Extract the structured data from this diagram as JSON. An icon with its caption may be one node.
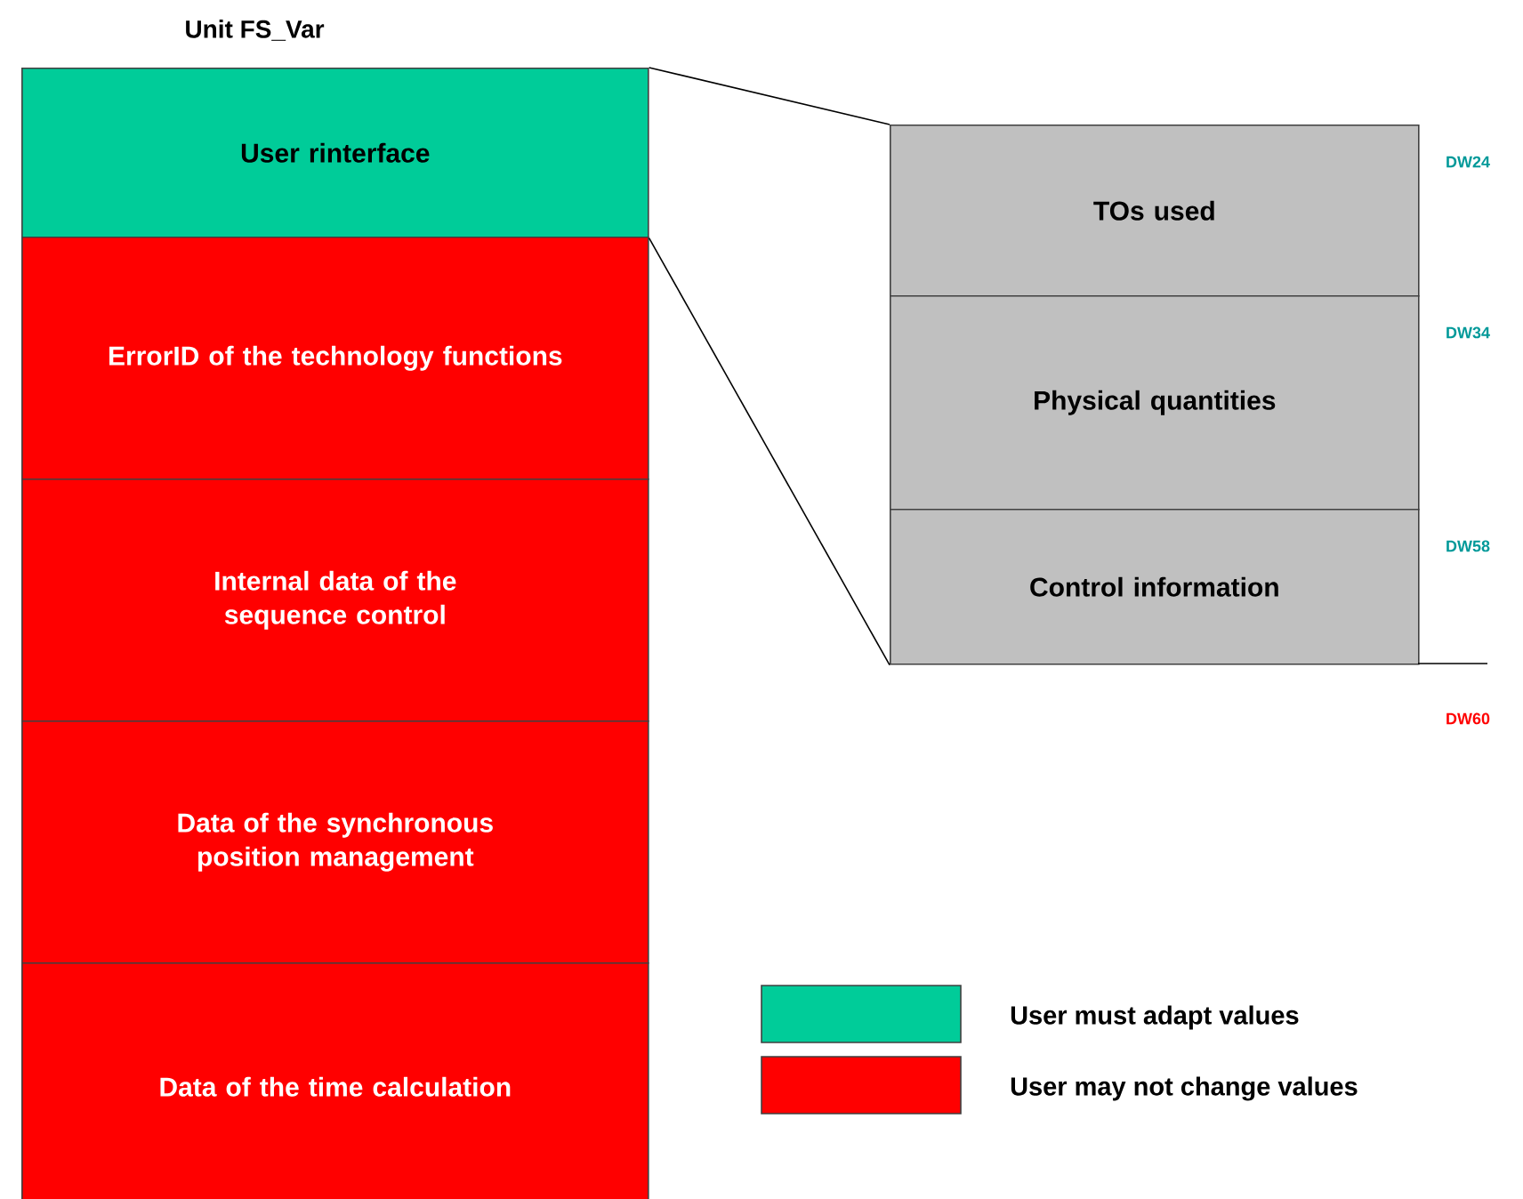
{
  "diagram": {
    "title": "Unit FS_Var",
    "nodes": [
      {
        "text": [
          "User rinterface"
        ]
      },
      {
        "text": [
          "ErrorID of the technology functions"
        ]
      },
      {
        "text": [
          "Internal data of the sequence control"
        ]
      },
      {
        "text": [
          "Data of the synchronous position management"
        ]
      },
      {
        "text": [
          "Data of the time calculation"
        ]
      },
      {
        "text": [
          "TOs used"
        ]
      },
      {
        "text": [
          "Physical quantities"
        ]
      },
      {
        "text": [
          "Control information"
        ]
      }
    ],
    "edges": [
      {
        "from": 0,
        "to": 5,
        "arrow": "none"
      },
      {
        "from": 0,
        "to": 7,
        "arrow": "none"
      }
    ],
    "labels": [
      "DW24",
      "DW34",
      "DW58",
      "DW60"
    ],
    "legend": [
      {
        "text": "User must adapt values",
        "color": "#00cc99"
      },
      {
        "text": "User may not change values",
        "color": "#ff0000"
      }
    ]
  }
}
